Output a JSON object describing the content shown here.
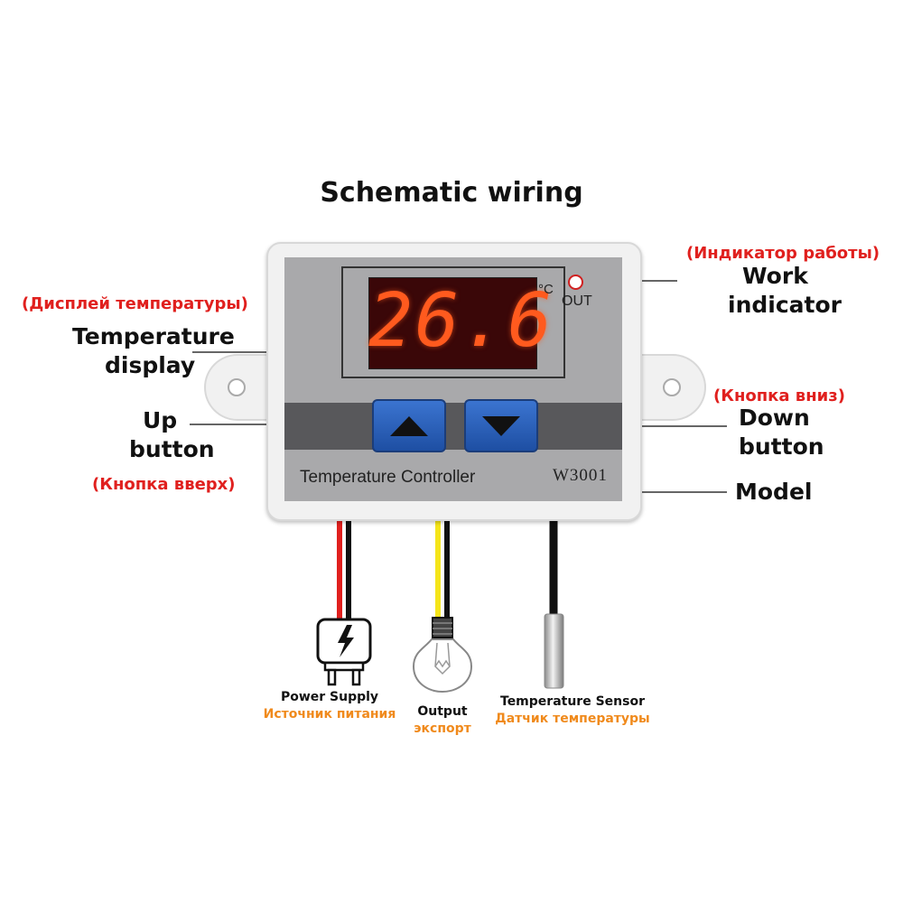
{
  "title": "Schematic wiring",
  "display": {
    "value": "26.6",
    "unit": "°C",
    "out_label": "OUT"
  },
  "device": {
    "name": "Temperature Controller",
    "model": "W3001"
  },
  "labels": {
    "temperature_display": {
      "en_line1": "Temperature",
      "en_line2": "display",
      "ru": "(Дисплей температуры)"
    },
    "work_indicator": {
      "en_line1": "Work",
      "en_line2": "indicator",
      "ru": "(Индикатор работы)"
    },
    "up_button": {
      "en_line1": "Up",
      "en_line2": "button",
      "ru": "(Кнопка вверх)"
    },
    "down_button": {
      "en_line1": "Down",
      "en_line2": "button",
      "ru": "(Кнопка вниз)"
    },
    "model": {
      "en": "Model"
    }
  },
  "wires": {
    "power": {
      "en": "Power Supply",
      "ru": "Источник питания"
    },
    "output": {
      "en": "Output",
      "ru": "экспорт"
    },
    "sensor": {
      "en": "Temperature Sensor",
      "ru": "Датчик температуры"
    }
  },
  "colors": {
    "russian_label": "#e0201e",
    "russian_wire_label": "#f08a1c",
    "button_blue": "#2a5fbf",
    "display_digits": "#ff5a1e",
    "wire_red": "#e0201e",
    "wire_yellow": "#f5e51a",
    "wire_black": "#111111"
  },
  "icons": [
    "plug-icon",
    "bulb-icon",
    "sensor-probe-icon",
    "arrow-up-icon",
    "arrow-down-icon"
  ]
}
